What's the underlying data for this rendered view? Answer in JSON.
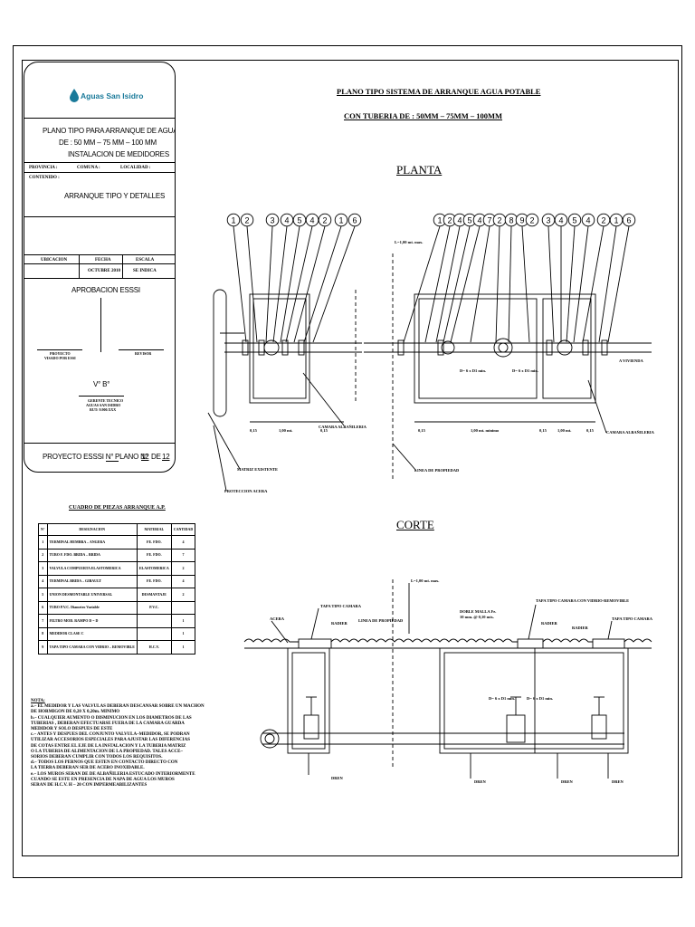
{
  "logo": {
    "brand": "Aguas San Isidro"
  },
  "cartouche": {
    "title_lines": [
      "PLANO TIPO PARA ARRANQUE DE AGUA POTABLE",
      "DE : 50 MM – 75 MM – 100 MM",
      "INSTALACION DE MEDIDORES"
    ],
    "field_provincia": "PROVINCIA :",
    "field_comuna": "COMUNA :",
    "field_localidad": "LOCALIDAD :",
    "field_contenido": "CONTENIDO :",
    "content": "ARRANQUE TIPO Y DETALLES",
    "h_ubicacion": "UBICACION",
    "h_fecha": "FECHA",
    "h_escala": "ESCALA",
    "v_fecha": "OCTUBRE 2010",
    "v_escala": "SE INDICA",
    "aprobacion": "APROBACION ESSSI",
    "sig_left": "PROYECTO",
    "sig_left2": "VISADO POR ESSI",
    "sig_right": "REVISOR",
    "vb": "V° B°",
    "sig_bottom1": "GERENTE TECNICO",
    "sig_bottom2": "AGUAS SAN ISIDRO",
    "sig_bottom3": "RUT: 9.900.XXX",
    "proyecto_label": "PROYECTO ESSSI N°",
    "plano_label": "PLANO N°",
    "plano_num": "12",
    "plano_de": "DE",
    "plano_total": "12"
  },
  "main_title": [
    "PLANO TIPO SISTEMA DE ARRANQUE AGUA POTABLE",
    "CON TUBERIA DE : 50MM – 75MM – 100MM"
  ],
  "planta_title": "PLANTA",
  "corte_title": "CORTE",
  "balloons_left": [
    "1",
    "2",
    "3",
    "4",
    "5",
    "4",
    "2",
    "1",
    "6"
  ],
  "balloons_mid": [
    "1",
    "2",
    "4",
    "5",
    "4",
    "7",
    "2",
    "8",
    "9",
    "2"
  ],
  "balloons_right": [
    "3",
    "4",
    "5",
    "4",
    "2",
    "1",
    "6"
  ],
  "planta_labels": {
    "camara": "CAMARA ALBAÑILERIA",
    "camara2": "CAMARA ALBAÑILERIA",
    "matriz": "MATRIZ EXISTENTE",
    "proteccion": "PROTECCION ACERA",
    "linea": "LINEA DE PROPIEDAD",
    "a_vivienda": "A VIVIENDA",
    "d_min": "L=1,00 mt. max.",
    "dims": [
      "0,15",
      "1,00 mt.",
      "0,15",
      "0,15",
      "1,00 mt. minimo",
      "0,15",
      "1,00 mt.",
      "0,15"
    ],
    "vert": [
      "0,15",
      "0,15",
      "1,00 mt."
    ],
    "dx": [
      "D= 6 x D1  min.",
      "D= 6 x D1  min."
    ]
  },
  "corte_labels": {
    "tapa1": "TAPA TIPO CAMARA",
    "tapa2": "TAPA TIPO CAMARA CON VIDRIO-REMOVIBLE",
    "tapa3": "TAPA TIPO CAMARA",
    "acera": "ACERA",
    "radier1": "RADIER",
    "radier2": "RADIER",
    "radier3": "RADIER",
    "linea": "LINEA DE PROPIEDAD",
    "doble": "DOBLE MALLA Fe.",
    "doble2": "10 mm. @ 0,10 mts.",
    "dist": "L=1,00 mt. max.",
    "dx": [
      "D= 6 x D1  min.",
      "D= 6 x D1  min."
    ],
    "dren": [
      "DREN",
      "DREN",
      "DREN",
      "DREN"
    ]
  },
  "pieces": {
    "title": "CUADRO DE PIEZAS ARRANQUE A.P.",
    "headers": [
      "N°",
      "DESIGNACION",
      "MATERIAL",
      "CANTIDAD"
    ],
    "rows": [
      [
        "1",
        "TERMINAL HEMBRA – ANGERA",
        "FE. FDO.",
        "4"
      ],
      [
        "2",
        "TUBO F. FDO. BRIDA – BRIDA",
        "FE. FDO.",
        "7"
      ],
      [
        "3",
        "VALVULA COMPUERTA ELASTOMERICA",
        "ELASTOMERICA",
        "2"
      ],
      [
        "4",
        "TERMINAL BRIDA – GIBAULT",
        "FE. FDO.",
        "4"
      ],
      [
        "5",
        "UNION DESMONTABLE UNIVERSAL",
        "DESMANTAJE",
        "2"
      ],
      [
        "6",
        "TUBO P.V.C.   Diametro Variable",
        "P.V.C.",
        ""
      ],
      [
        "7",
        "FILTRO MOD. RAMPO D = D",
        "",
        "1"
      ],
      [
        "8",
        "MEDIDOR CLASE C",
        "",
        "1"
      ],
      [
        "9",
        "TAPA TIPO CAMARA CON VIDRIO – REMOVIBLE",
        "H.C.V.",
        "1"
      ]
    ]
  },
  "notes": [
    "NOTA:",
    "a.– EL MEDIDOR Y LAS VALVULAS DEBERAN DESCANSAR SOBRE UN MACHON",
    "     DE HORMIGON DE 0,20 X 0,20m. MINIMO",
    "b.– CUALQUIER AUMENTO O DISMINUCION EN LOS DIAMETROS DE LAS",
    "     TUBERIAS , DEBERAN EFECTUARSE FUERA DE LA CAMARA GUARDA",
    "     MEDIDOR Y SOLO DESPUES DE ESTE",
    "c.– ANTES Y DESPUES DEL CONJUNTO VALVULA–MEDIDOR, SE PODRAN",
    "     UTILIZAR ACCESORIOS ESPECIALES PARA AJUSTAR LAS DIFERENCIAS",
    "     DE COTAS ENTRE EL EJE DE LA INSTALACION Y LA TUBERIA MATRIZ",
    "     O LA TUBERIA DE ALIMENTACION DE LA PROPIEDAD. TALES ACCE–",
    "     SORIOS DEBERAN CUMPLIR CON TODOS LOS REQUISITOS.",
    "d.– TODOS LOS PERNOS QUE ESTEN EN CONTACTO  DIRECTO CON",
    "     LA TIERRA DEBERAN SER DE ACERO INOXIDABLE.",
    "e.– LOS MUROS SERAN DE DE ALBAÑILERIA ESTUCADO INTERIORMENTE",
    "     CUANDO SE ESTE EN PRESENCIA DE NAPA DE AGUA LOS MUROS",
    "     SERAN DE H.C.V. H – 20  CON IMPERMEABILIZANTES"
  ],
  "colors": {
    "line": "#000000",
    "brand": "#1a7a9a",
    "paper": "#ffffff"
  }
}
